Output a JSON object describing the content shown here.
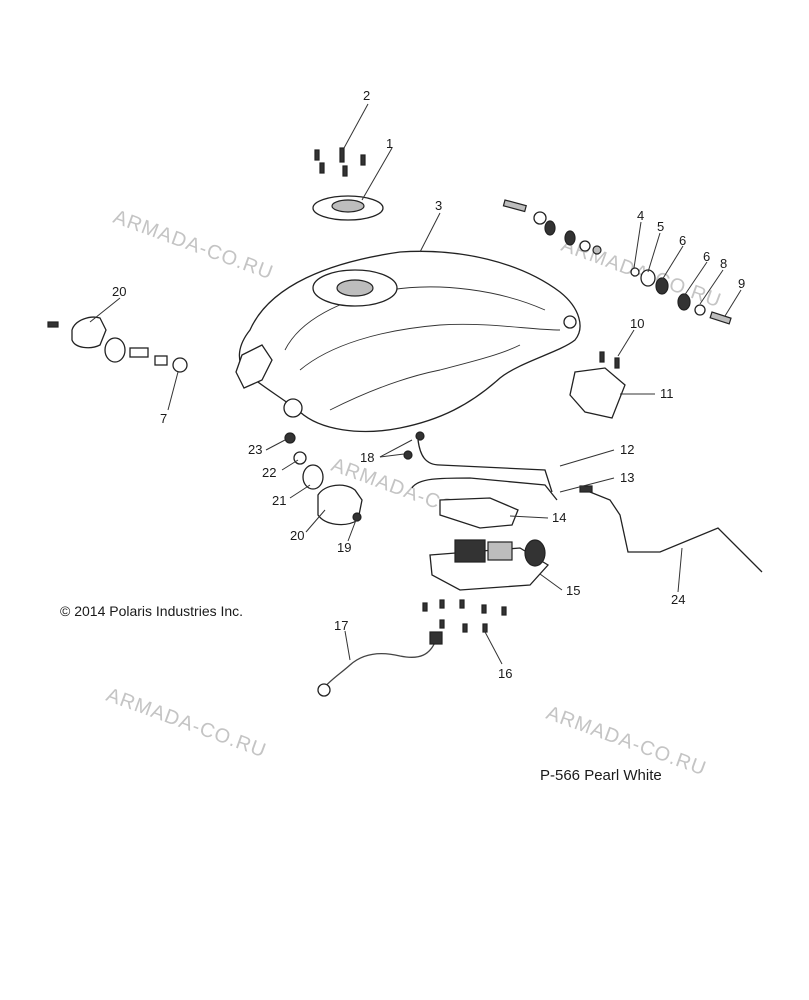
{
  "copyright": "© 2014 Polaris Industries Inc.",
  "page_ref": "P-566  Pearl White",
  "watermark": "ARMADA-CO.RU",
  "callouts": [
    "1",
    "2",
    "3",
    "4",
    "5",
    "6",
    "6",
    "7",
    "8",
    "9",
    "10",
    "11",
    "12",
    "13",
    "14",
    "15",
    "16",
    "17",
    "18",
    "19",
    "20",
    "20",
    "21",
    "22",
    "23",
    "24"
  ]
}
